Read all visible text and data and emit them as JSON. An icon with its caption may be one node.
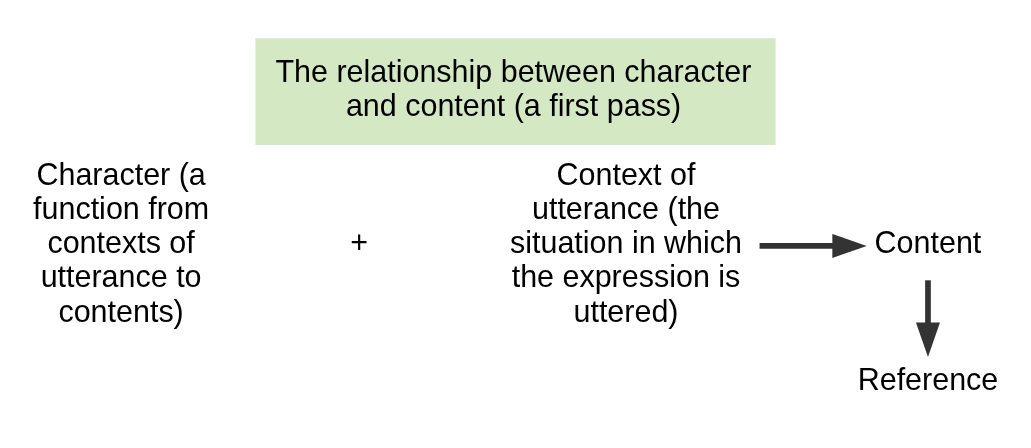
{
  "diagram": {
    "title": "The relationship between character and content (a first pass)",
    "nodes": [
      {
        "text": [
          "Character (a function from contexts of utterance to contents)"
        ]
      },
      {
        "text": [
          "Context of utterance (the situation in which the expression is uttered)"
        ]
      },
      {
        "text": [
          "Content"
        ]
      },
      {
        "text": [
          "Reference"
        ]
      }
    ],
    "edges": [
      {
        "from": 1,
        "to": 2,
        "arrow": "to"
      },
      {
        "from": 2,
        "to": 3,
        "arrow": "to"
      }
    ],
    "labels": [
      "+"
    ]
  }
}
